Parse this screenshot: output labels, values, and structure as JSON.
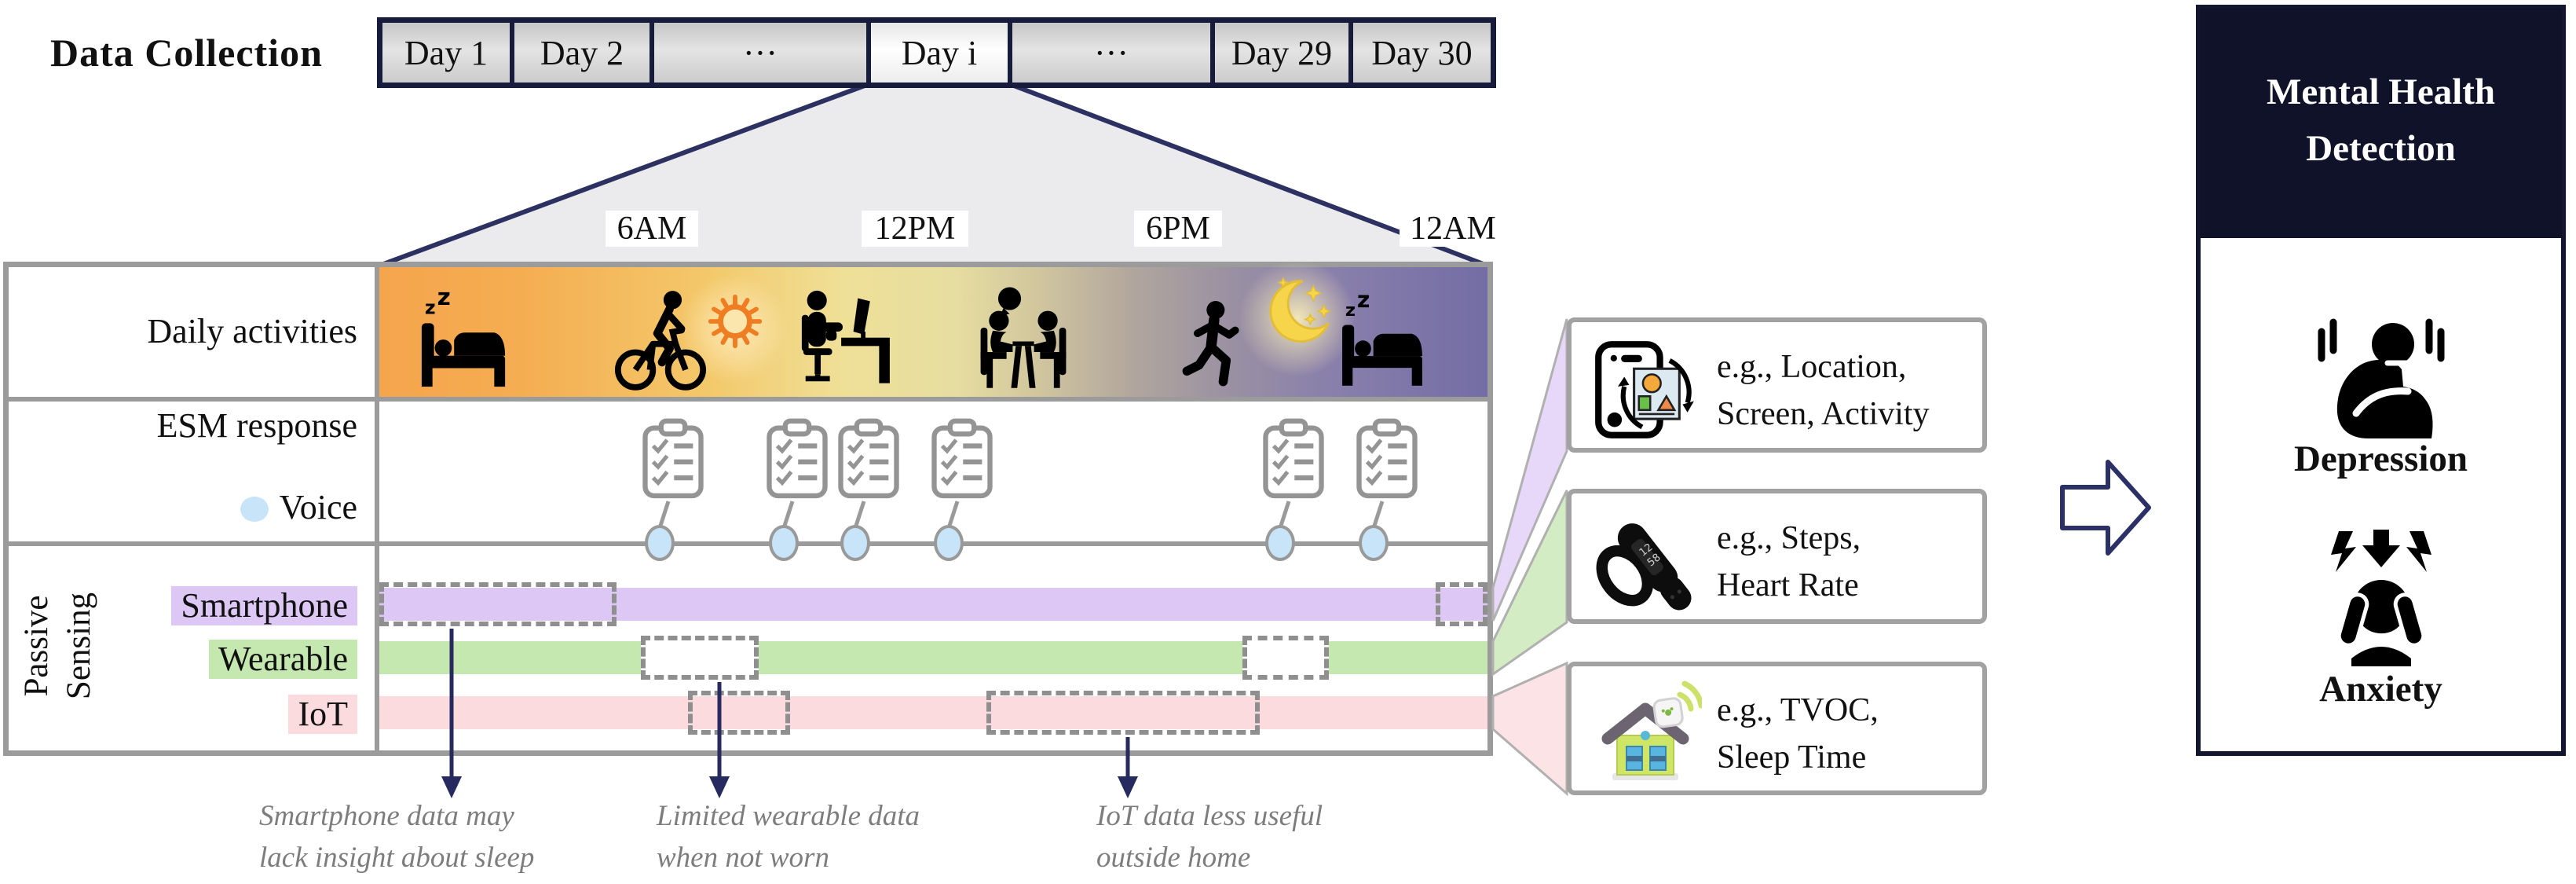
{
  "header": {
    "title": "Data Collection"
  },
  "day_strip": {
    "cells": [
      {
        "label": "Day 1"
      },
      {
        "label": "Day 2"
      },
      {
        "label": "···"
      },
      {
        "label": "Day i"
      },
      {
        "label": "···"
      },
      {
        "label": "Day 29"
      },
      {
        "label": "Day 30"
      }
    ]
  },
  "time_axis": {
    "ticks": [
      {
        "label": "6AM"
      },
      {
        "label": "12PM"
      },
      {
        "label": "6PM"
      },
      {
        "label": "12AM"
      }
    ]
  },
  "grid": {
    "row_daily_label": "Daily activities",
    "row_esm_label": "ESM response",
    "row_voice_label": "Voice",
    "passive_label_line1": "Passive",
    "passive_label_line2": "Sensing",
    "sensors": [
      {
        "label": "Smartphone"
      },
      {
        "label": "Wearable"
      },
      {
        "label": "IoT"
      }
    ]
  },
  "annotations": [
    {
      "line1": "Smartphone data may",
      "line2": "lack insight about sleep"
    },
    {
      "line1": "Limited wearable data",
      "line2": "when not worn"
    },
    {
      "line1": "IoT data less useful",
      "line2": "outside home"
    }
  ],
  "callouts": [
    {
      "line1": "e.g., Location,",
      "line2": "Screen, Activity"
    },
    {
      "line1": "e.g., Steps,",
      "line2": "Heart Rate",
      "band_display_top": "12",
      "band_display_bottom": "58"
    },
    {
      "line1": "e.g., TVOC,",
      "line2": "Sleep Time"
    }
  ],
  "detection": {
    "title_line1": "Mental Health",
    "title_line2": "Detection",
    "outcomes": [
      {
        "label": "Depression"
      },
      {
        "label": "Anxiety"
      }
    ]
  },
  "colors": {
    "navy": "#181c3c",
    "panel_navy": "#10122a",
    "arrow_navy": "#262a5e",
    "grid_gray": "#9b9b9b",
    "smartphone_bar": "#ddc7f5",
    "wearable_bar": "#c5e7b0",
    "iot_bar": "#fbdbde",
    "voice_dot_blue": "#c7e4f8",
    "strip_morning": "#f5a54d",
    "strip_noon": "#efe098",
    "strip_night": "#746da5"
  }
}
